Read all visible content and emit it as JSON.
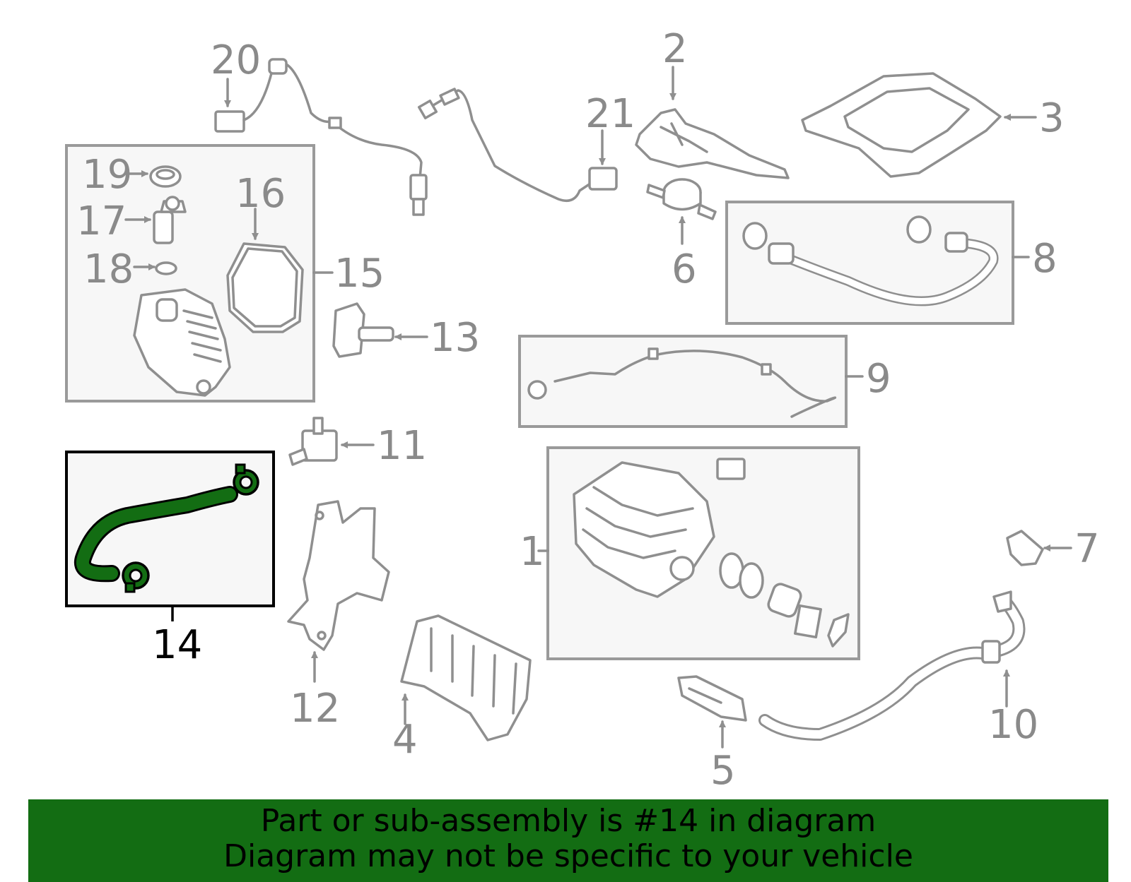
{
  "diagram": {
    "callouts": [
      "1",
      "2",
      "3",
      "4",
      "5",
      "6",
      "7",
      "8",
      "9",
      "10",
      "11",
      "12",
      "13",
      "14",
      "15",
      "16",
      "17",
      "18",
      "19",
      "20",
      "21"
    ],
    "highlighted_part": "14",
    "colors": {
      "highlight": "#136d13",
      "outline": "#8f8f8f",
      "box_fill": "#f7f7f7"
    }
  },
  "banner": {
    "line1": "Part or sub-assembly is #14 in diagram",
    "line2": "Diagram may not be specific to your vehicle"
  }
}
